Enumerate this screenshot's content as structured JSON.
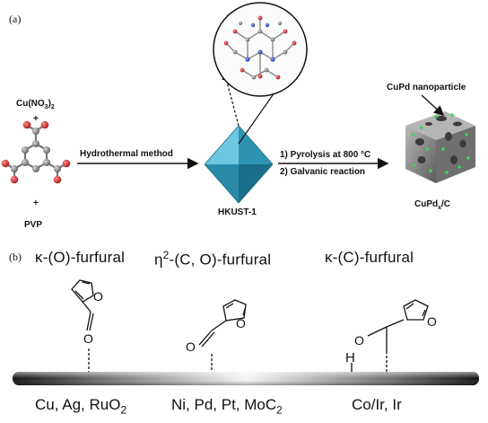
{
  "panel_a": {
    "tag": "(a)",
    "precursor_cu": "Cu(NO",
    "precursor_cu_sub": "3",
    "precursor_cu_close": ")",
    "precursor_cu_sub2": "2",
    "plus1": "+",
    "plus2": "+",
    "precursor_pvp": "PVP",
    "method": "Hydrothermal method",
    "mof_label": "HKUST-1",
    "step1": "1) Pyrolysis at 800 °C",
    "step2": "2) Galvanic reaction",
    "np_label": "CuPd nanoparticle",
    "product_main": "CuPd",
    "product_sub": "x",
    "product_tail": "/C"
  },
  "panel_b": {
    "tag": "(b)",
    "modes": [
      {
        "prefix": "κ-(O)-furfural"
      },
      {
        "prefix": "η",
        "sup": "2",
        "rest": "-(C, O)-furfural"
      },
      {
        "prefix": "κ-(C)-furfural"
      }
    ],
    "h_atom": "H",
    "ring_o": "O",
    "carbonyl_o": "O",
    "metals": [
      {
        "text": "Cu, Ag, RuO",
        "sub": "2"
      },
      {
        "text": "Ni, Pd, Pt, MoC",
        "sub": "2"
      },
      {
        "text": "Co/Ir, Ir",
        "sub": ""
      }
    ]
  },
  "colors": {
    "octahedron_light": "#4fb8d3",
    "octahedron_dark": "#1f7f9c",
    "cube_gray": "#8a8a8a",
    "particle_green": "#3fd15a",
    "bar_dark": "#2a2a2a",
    "bar_light": "#f4f4f4"
  }
}
